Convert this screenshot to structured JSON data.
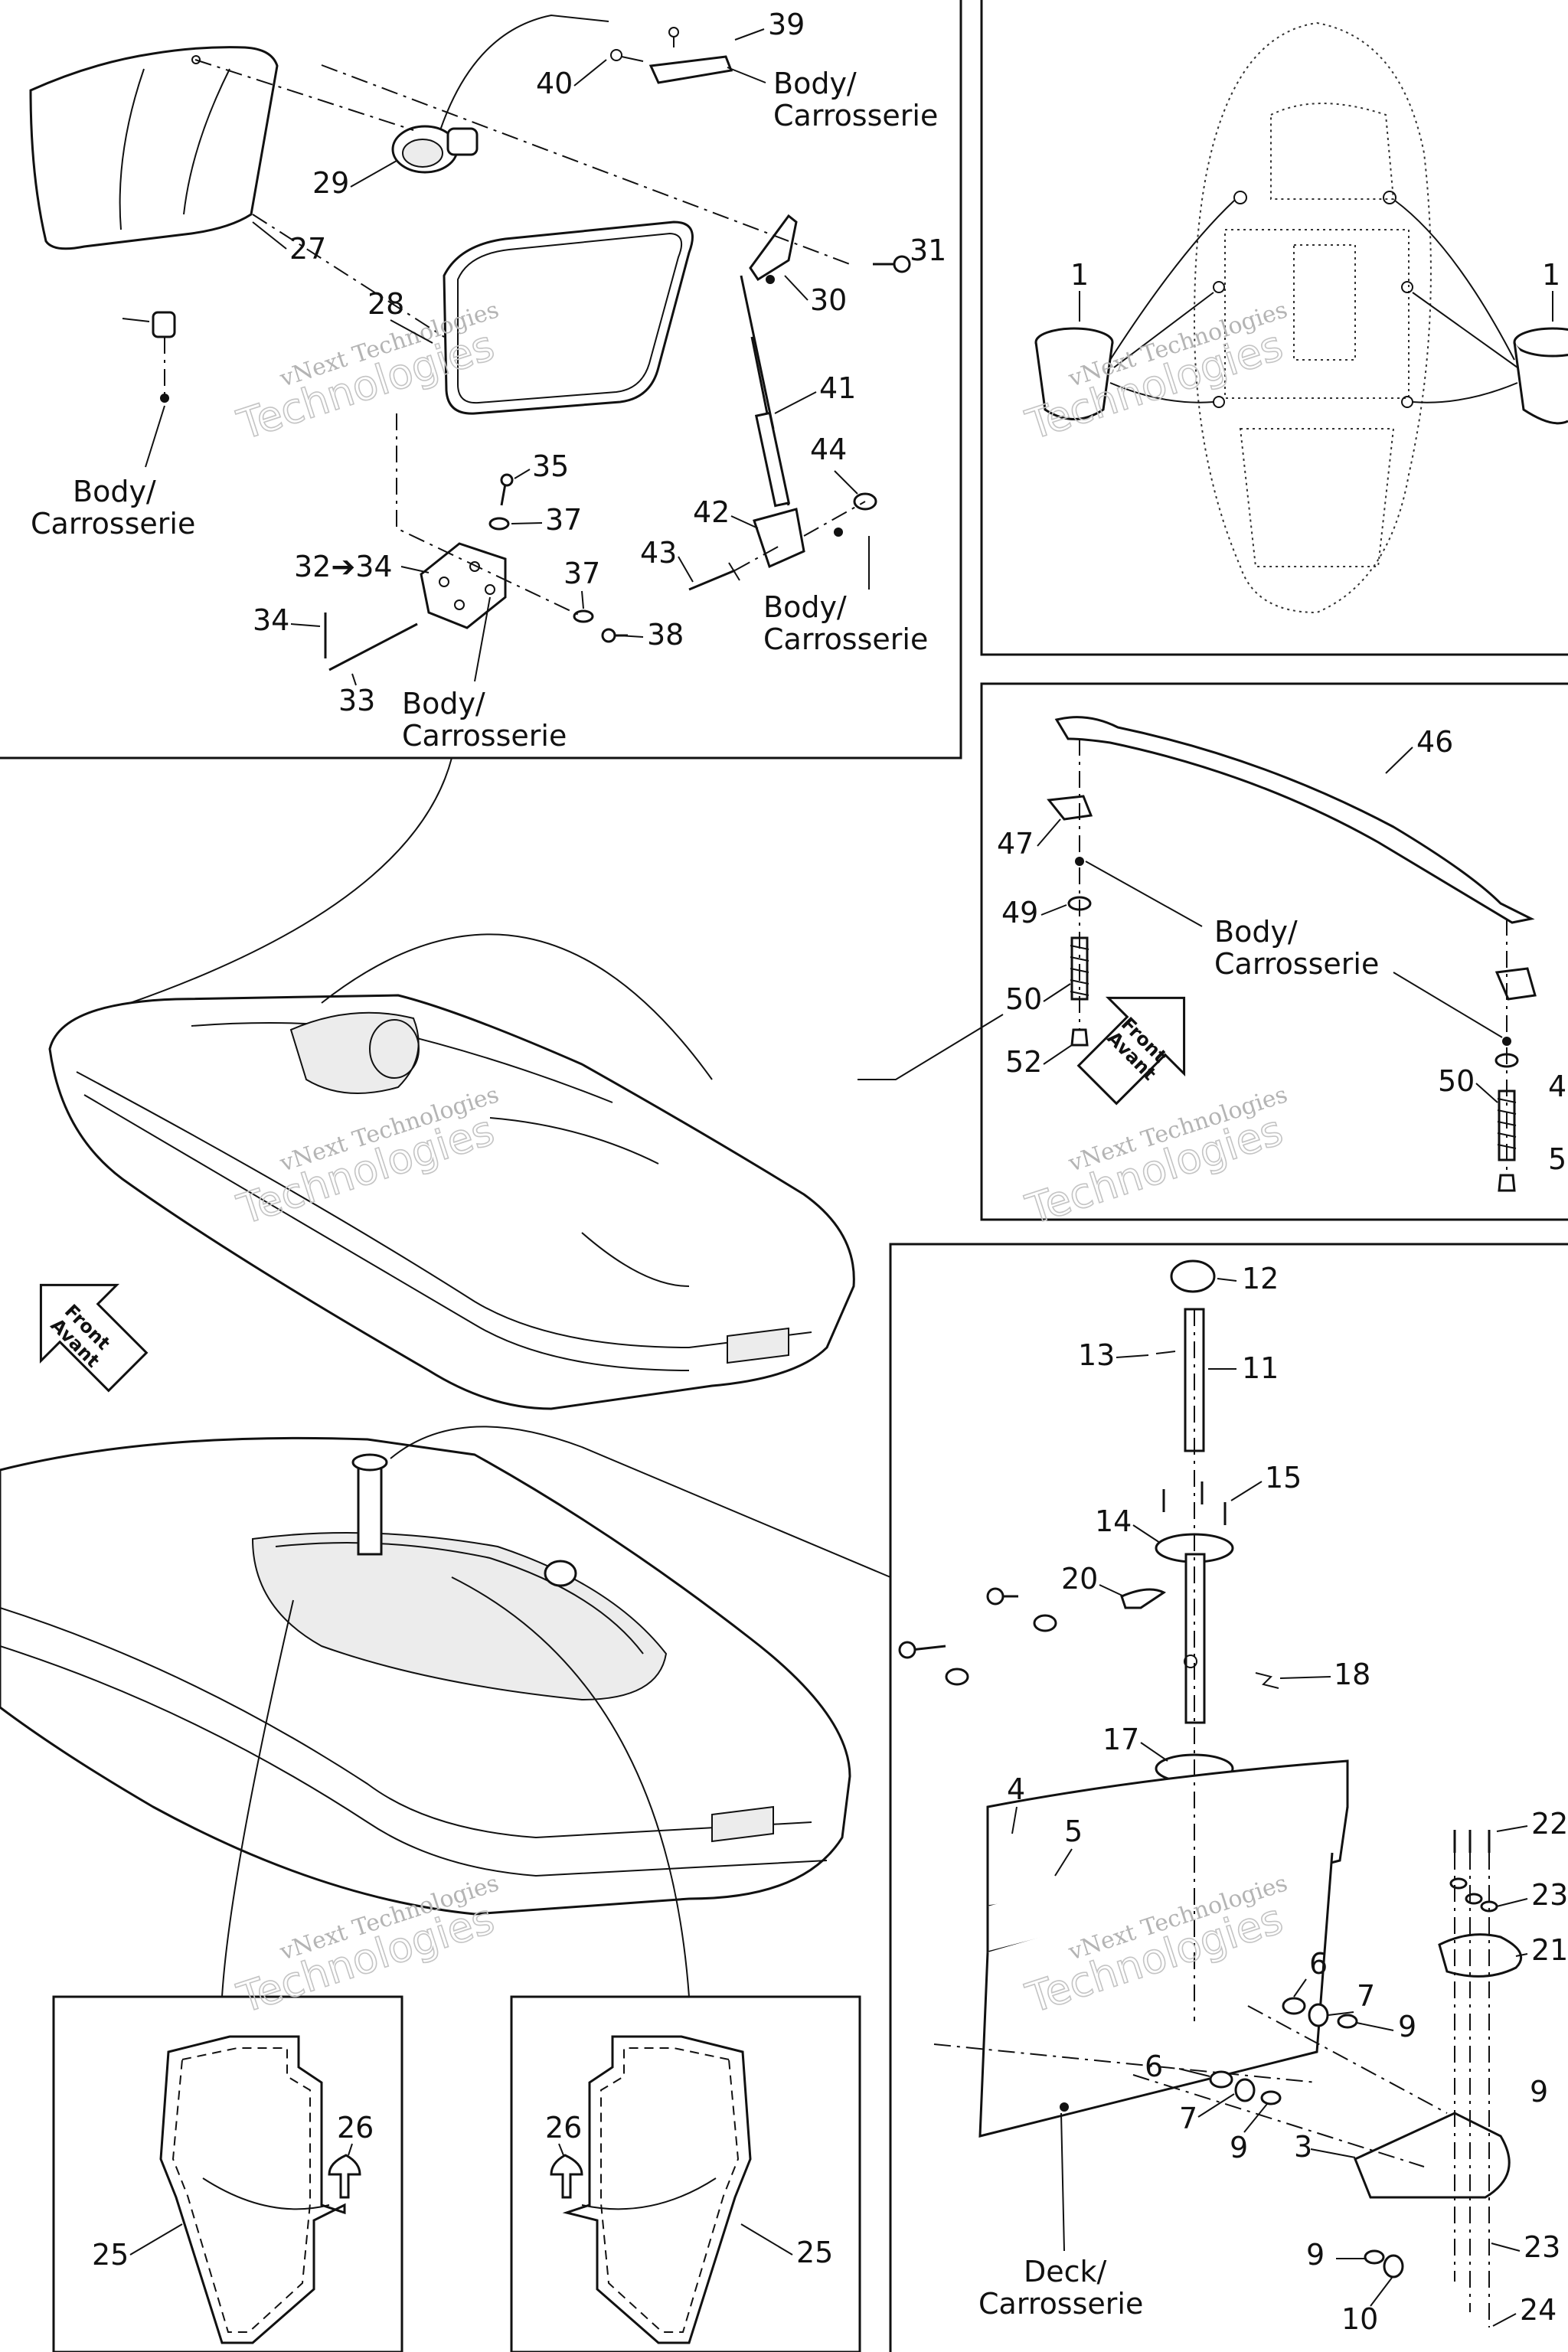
{
  "diagram": {
    "labels": {
      "body": [
        "Body/",
        "Carrosserie"
      ],
      "deck": [
        "Deck/",
        "Carrosserie"
      ],
      "front": [
        "Front",
        "Avant"
      ]
    },
    "watermark": {
      "line1": "vNext Technologies",
      "line2": "Technologies"
    },
    "part_numbers": {
      "p1": "1",
      "p3": "3",
      "p4": "4",
      "p5": "5",
      "p6": "6",
      "p7": "7",
      "p9": "9",
      "p10": "10",
      "p11": "11",
      "p12": "12",
      "p13": "13",
      "p14": "14",
      "p15": "15",
      "p17": "17",
      "p18": "18",
      "p20": "20",
      "p21": "21",
      "p22": "22",
      "p23": "23",
      "p24": "24",
      "p25": "25",
      "p26": "26",
      "p27": "27",
      "p28": "28",
      "p29": "29",
      "p30": "30",
      "p31": "31",
      "p32": "32",
      "p32to34": "32➔34",
      "p33": "33",
      "p34": "34",
      "p35": "35",
      "p37": "37",
      "p38": "38",
      "p39": "39",
      "p40": "40",
      "p41": "41",
      "p42": "42",
      "p43": "43",
      "p44": "44",
      "p46": "46",
      "p47": "47",
      "p49": "49",
      "p50": "50",
      "p52": "52",
      "p4_cut": "4",
      "p5_cut": "5"
    }
  }
}
